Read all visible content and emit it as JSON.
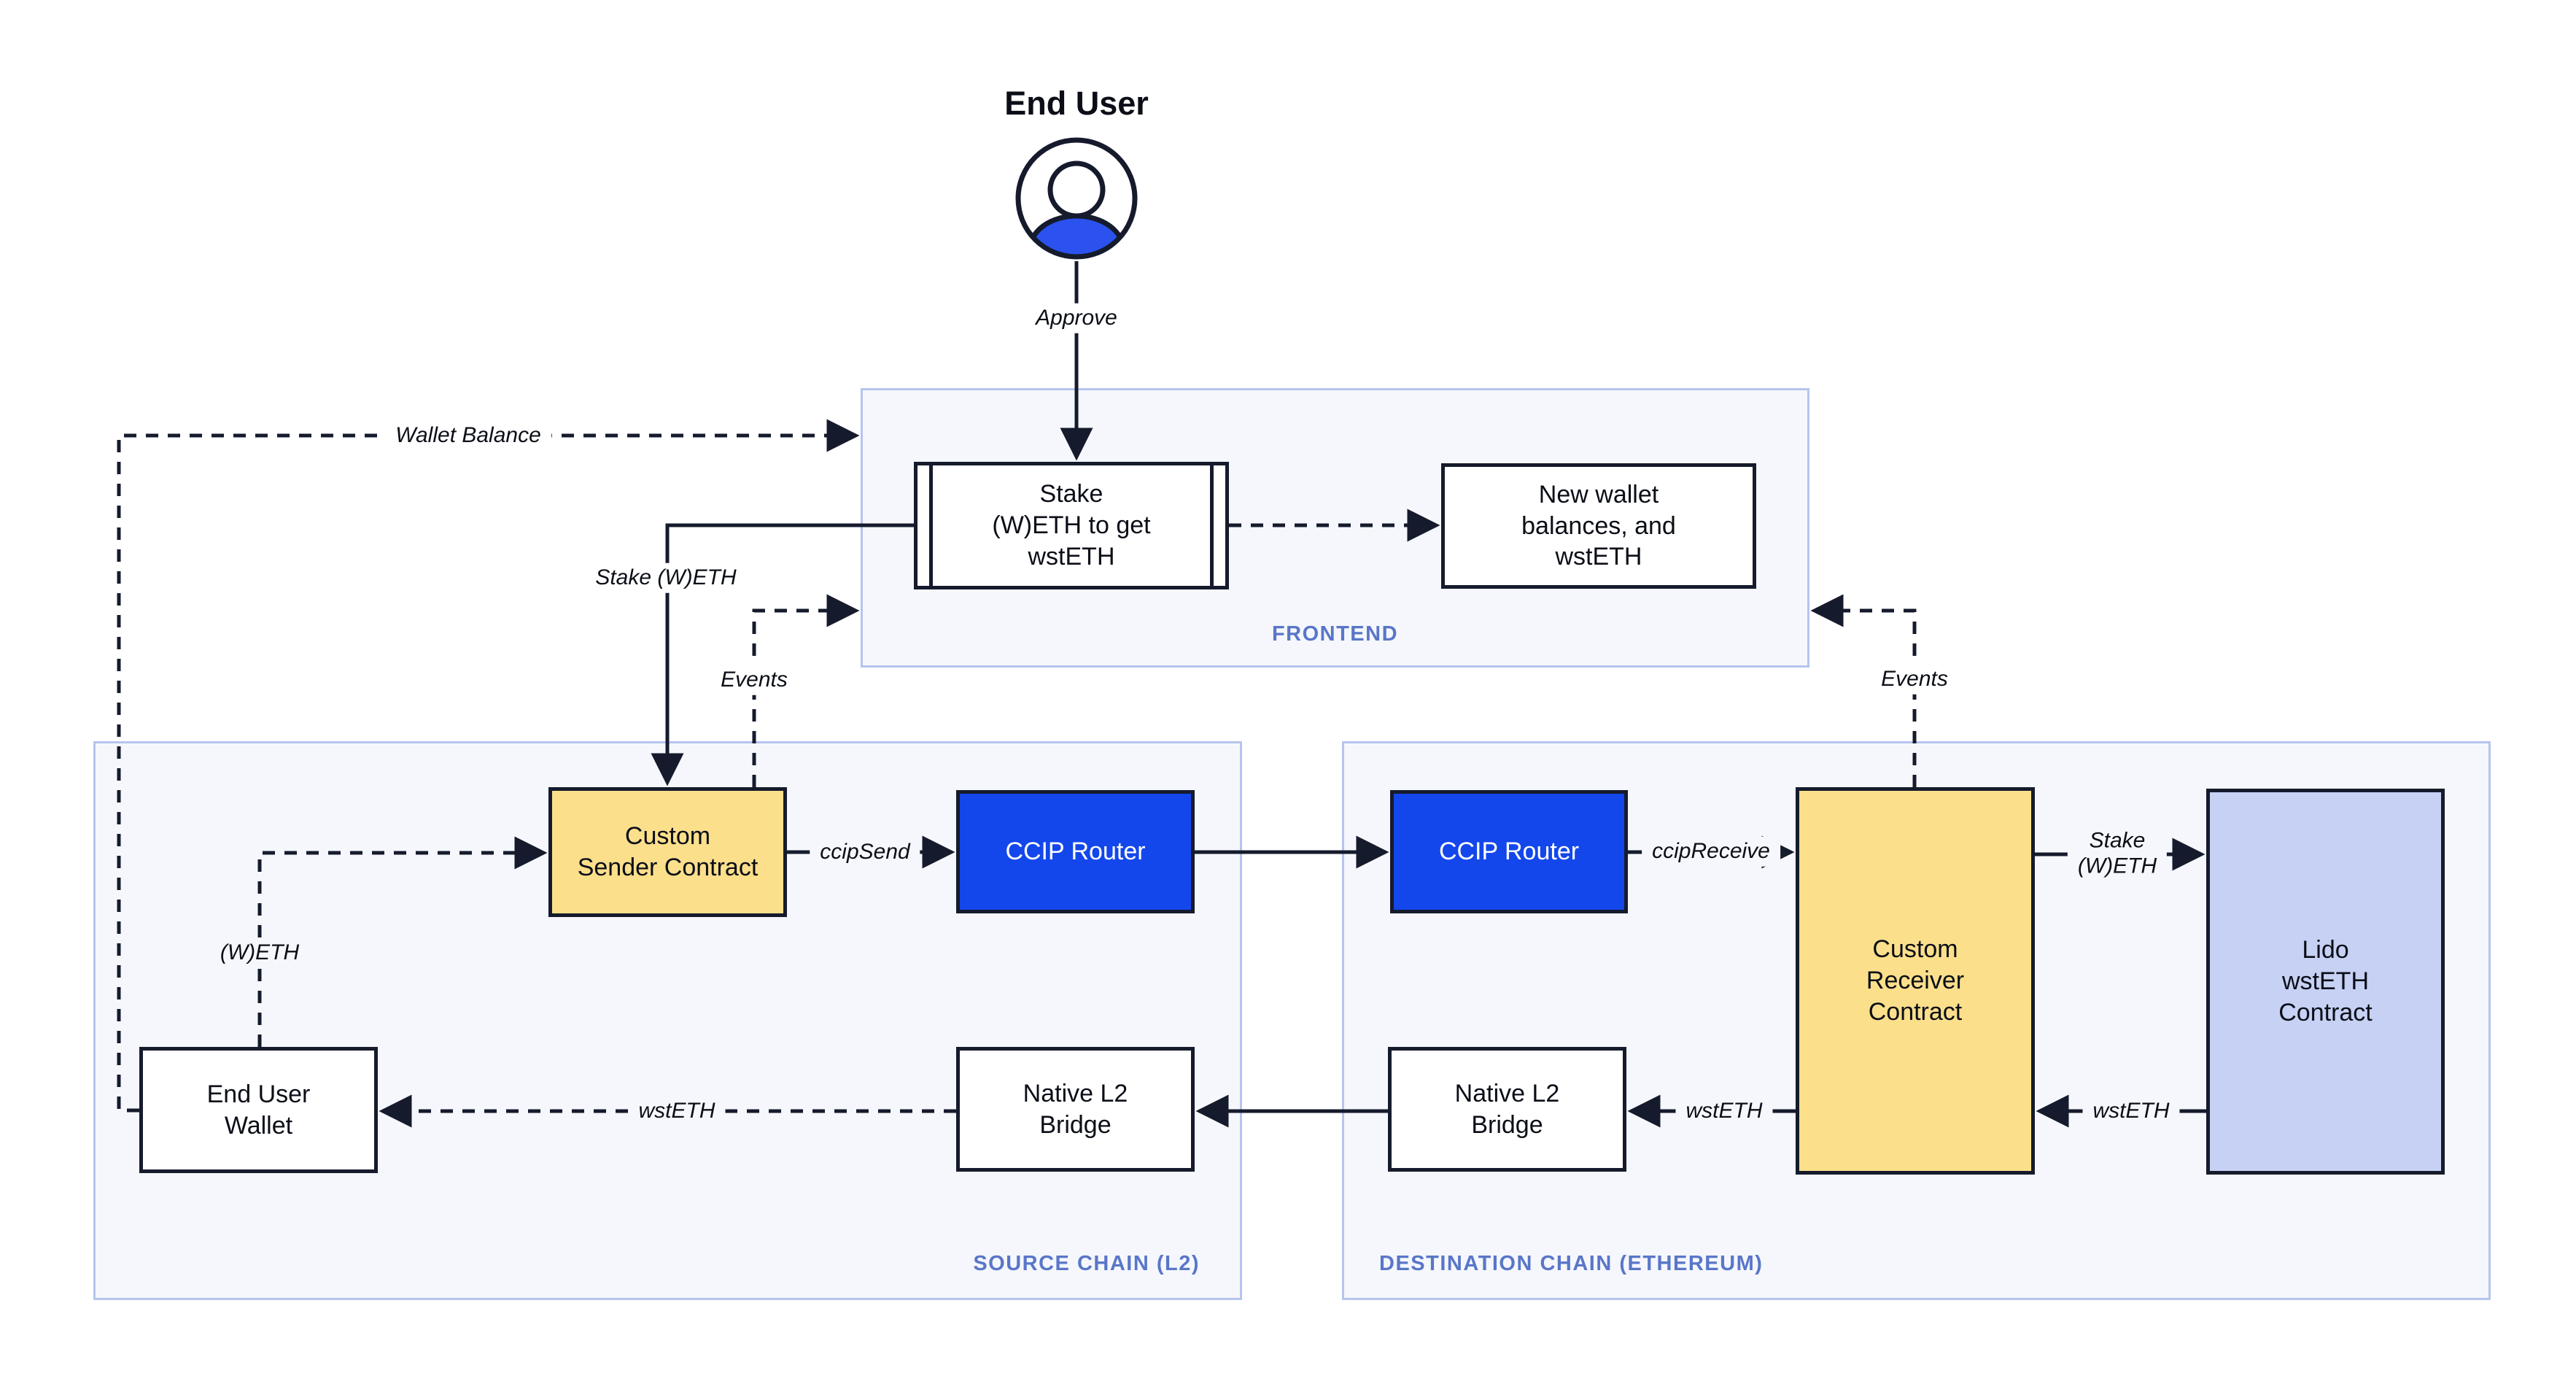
{
  "diagram": {
    "end_user": {
      "label": "End User"
    },
    "frontend": {
      "label": "FRONTEND",
      "stake_box_label": "Stake\n(W)ETH to get\nwstETH",
      "new_wallet_box_label": "New wallet\nbalances, and\nwstETH"
    },
    "source_chain": {
      "label": "SOURCE CHAIN (L2)",
      "custom_sender_label": "Custom\nSender Contract",
      "ccip_router_label": "CCIP Router",
      "end_user_wallet_label": "End User\nWallet",
      "native_l2_bridge_label": "Native L2\nBridge"
    },
    "destination_chain": {
      "label": "DESTINATION CHAIN (ETHEREUM)",
      "ccip_router_label": "CCIP Router",
      "custom_receiver_label": "Custom\nReceiver\nContract",
      "lido_contract_label": "Lido\nwstETH\nContract",
      "native_l2_bridge_label": "Native L2\nBridge"
    },
    "edge_labels": {
      "approve": "Approve",
      "wallet_balance": "Wallet Balance",
      "stake_weth": "Stake (W)ETH",
      "events_left": "Events",
      "events_right": "Events",
      "ccip_send": "ccipSend",
      "ccip_receive": "ccipReceive",
      "stake_weth_dest": "Stake\n(W)ETH",
      "weth": "(W)ETH",
      "wsteth_to_wallet": "wstETH",
      "wsteth_to_bridge": "wstETH",
      "wsteth_from_lido": "wstETH"
    },
    "colors": {
      "ink": "#151b2c",
      "router_blue": "#1347ec",
      "avatar_blue": "#2b52ee",
      "contract_yellow": "#fbdf8b",
      "lido_periwinkle": "#c6d1f4",
      "container_bg": "#f5f7fc",
      "container_border": "#b6c4ee",
      "container_label": "#5976c8"
    }
  }
}
